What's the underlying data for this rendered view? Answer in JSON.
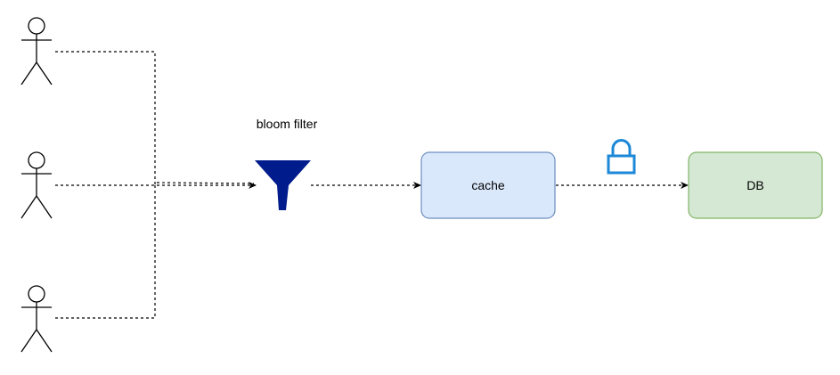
{
  "diagram": {
    "actors": [
      {
        "name": "actor-top"
      },
      {
        "name": "actor-middle"
      },
      {
        "name": "actor-bottom"
      }
    ],
    "filter": {
      "label": "bloom filter",
      "icon": "funnel-icon",
      "color": "#001B8C"
    },
    "cache": {
      "label": "cache",
      "fill": "#DAE8FC",
      "stroke": "#6C8EBF"
    },
    "lock": {
      "icon": "lock-icon",
      "color": "#1E88D8"
    },
    "db": {
      "label": "DB",
      "fill": "#D5E8D4",
      "stroke": "#82B366"
    }
  }
}
